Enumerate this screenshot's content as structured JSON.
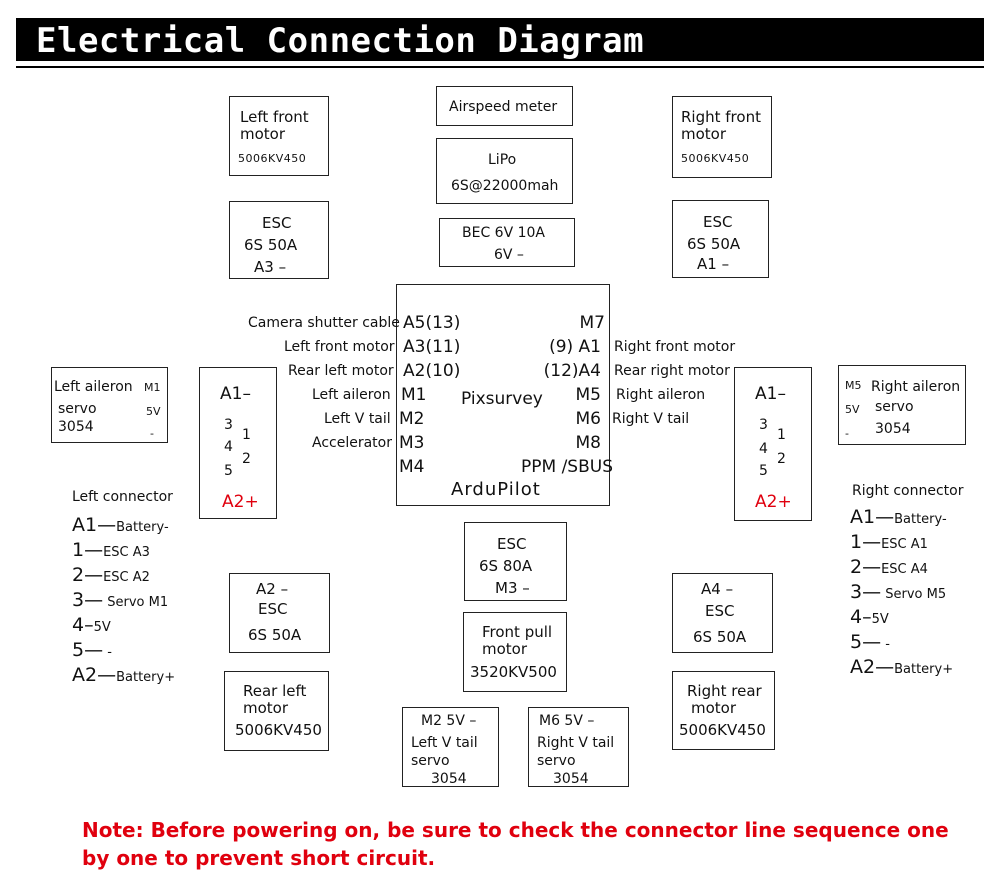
{
  "title": "Electrical Connection Diagram",
  "left_front_motor": {
    "name": "Left front motor",
    "spec": "5006KV450"
  },
  "right_front_motor": {
    "name": "Right front motor",
    "spec": "5006KV450"
  },
  "airspeed": "Airspeed meter",
  "lipo": {
    "name": "LiPo",
    "spec": "6S@22000mah"
  },
  "bec": {
    "line1": "BEC 6V 10A",
    "line2": "6V  –"
  },
  "esc_left_top": {
    "l1": "ESC",
    "l2": "6S  50A",
    "l3": "A3 –"
  },
  "esc_right_top": {
    "l1": "ESC",
    "l2": "6S  50A",
    "l3": "A1  –"
  },
  "left_aileron": {
    "l1": "Left aileron",
    "l2": "servo",
    "l3": "3054",
    "p1": "M1",
    "p2": "5V",
    "p3": "-"
  },
  "right_aileron": {
    "l1": "Right aileron",
    "l2": "servo",
    "l3": "3054",
    "p1": "M5",
    "p2": "5V",
    "p3": "-"
  },
  "left_conn_box": {
    "a1": "A1–",
    "n3": "3",
    "n4": "4",
    "n5": "5",
    "n1": "1",
    "n2": "2",
    "a2": "A2+"
  },
  "right_conn_box": {
    "a1": "A1–",
    "n3": "3",
    "n4": "4",
    "n5": "5",
    "n1": "1",
    "n2": "2",
    "a2": "A2+"
  },
  "fc": {
    "left_labels": [
      "Camera shutter cable",
      "Left front motor",
      "Rear left motor",
      "Left aileron",
      "Left V tail",
      "Accelerator"
    ],
    "left_pins": [
      "A5(13)",
      "A3(11)",
      "A2(10)",
      "M1",
      "M2",
      "M3",
      "M4"
    ],
    "right_pins": [
      "M7",
      "(9) A1",
      "(12)A4",
      "M5",
      "M6",
      "M8",
      "PPM /SBUS"
    ],
    "right_labels": [
      "Right front motor",
      "Rear right motor",
      "Right aileron",
      "Right V tail"
    ],
    "center": "Pixsurvey",
    "name": "ArduPilot"
  },
  "left_connector": {
    "title": "Left connector",
    "rows": [
      [
        "A1—",
        "Battery-"
      ],
      [
        "1—",
        "ESC A3"
      ],
      [
        "2—",
        "ESC A2"
      ],
      [
        "3—",
        " Servo M1"
      ],
      [
        "4–",
        "5V"
      ],
      [
        "5—",
        " -"
      ],
      [
        "A2—",
        "Battery+"
      ]
    ]
  },
  "right_connector": {
    "title": "Right connector",
    "rows": [
      [
        "A1—",
        "Battery-"
      ],
      [
        "1—",
        "ESC A1"
      ],
      [
        "2—",
        "ESC A4"
      ],
      [
        "3—",
        " Servo M5"
      ],
      [
        "4–",
        "5V"
      ],
      [
        "5—",
        " -"
      ],
      [
        "A2—",
        "Battery+"
      ]
    ]
  },
  "esc_center": {
    "l1": "ESC",
    "l2": "6S  80A",
    "l3": "M3 –"
  },
  "front_pull": {
    "l1": "Front pull",
    "l2": "motor",
    "l3": "3520KV500"
  },
  "esc_left_bottom": {
    "l1": "A2   –",
    "l2": "ESC",
    "l3": "6S 50A"
  },
  "esc_right_bottom": {
    "l1": "A4   –",
    "l2": "ESC",
    "l3": "6S 50A"
  },
  "rear_left_motor": {
    "l1": "Rear left",
    "l2": "motor",
    "l3": "5006KV450"
  },
  "right_rear_motor": {
    "l1": "Right rear",
    "l2": "motor",
    "l3": "5006KV450"
  },
  "left_vtail": {
    "l1": "M2 5V  –",
    "l2": "Left V tail",
    "l3": "servo",
    "l4": "3054"
  },
  "right_vtail": {
    "l1": "M6  5V  –",
    "l2": "Right V tail",
    "l3": "servo",
    "l4": "3054"
  },
  "note": "Note: Before powering on, be sure to check the connector line sequence one by one to prevent short circuit.",
  "colors": {
    "accent_red": "#e0000e",
    "title_bg": "#000000"
  }
}
